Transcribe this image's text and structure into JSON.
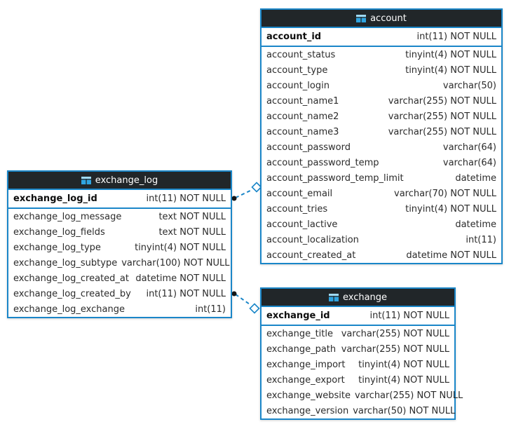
{
  "diagram": {
    "tables": [
      {
        "name": "account",
        "title": "account",
        "primary_key": {
          "name": "account_id",
          "type": "int(11) NOT NULL"
        },
        "fields": [
          {
            "name": "account_status",
            "type": "tinyint(4) NOT NULL"
          },
          {
            "name": "account_type",
            "type": "tinyint(4) NOT NULL"
          },
          {
            "name": "account_login",
            "type": "varchar(50)"
          },
          {
            "name": "account_name1",
            "type": "varchar(255) NOT NULL"
          },
          {
            "name": "account_name2",
            "type": "varchar(255) NOT NULL"
          },
          {
            "name": "account_name3",
            "type": "varchar(255) NOT NULL"
          },
          {
            "name": "account_password",
            "type": "varchar(64)"
          },
          {
            "name": "account_password_temp",
            "type": "varchar(64)"
          },
          {
            "name": "account_password_temp_limit",
            "type": "datetime"
          },
          {
            "name": "account_email",
            "type": "varchar(70) NOT NULL"
          },
          {
            "name": "account_tries",
            "type": "tinyint(4) NOT NULL"
          },
          {
            "name": "account_lactive",
            "type": "datetime"
          },
          {
            "name": "account_localization",
            "type": "int(11)"
          },
          {
            "name": "account_created_at",
            "type": "datetime NOT NULL"
          }
        ]
      },
      {
        "name": "exchange_log",
        "title": "exchange_log",
        "primary_key": {
          "name": "exchange_log_id",
          "type": "int(11) NOT NULL"
        },
        "fields": [
          {
            "name": "exchange_log_message",
            "type": "text NOT NULL"
          },
          {
            "name": "exchange_log_fields",
            "type": "text NOT NULL"
          },
          {
            "name": "exchange_log_type",
            "type": "tinyint(4) NOT NULL"
          },
          {
            "name": "exchange_log_subtype",
            "type": "varchar(100) NOT NULL"
          },
          {
            "name": "exchange_log_created_at",
            "type": "datetime NOT NULL"
          },
          {
            "name": "exchange_log_created_by",
            "type": "int(11) NOT NULL"
          },
          {
            "name": "exchange_log_exchange",
            "type": "int(11)"
          }
        ]
      },
      {
        "name": "exchange",
        "title": "exchange",
        "primary_key": {
          "name": "exchange_id",
          "type": "int(11) NOT NULL"
        },
        "fields": [
          {
            "name": "exchange_title",
            "type": "varchar(255) NOT NULL"
          },
          {
            "name": "exchange_path",
            "type": "varchar(255) NOT NULL"
          },
          {
            "name": "exchange_import",
            "type": "tinyint(4) NOT NULL"
          },
          {
            "name": "exchange_export",
            "type": "tinyint(4) NOT NULL"
          },
          {
            "name": "exchange_website",
            "type": "varchar(255) NOT NULL"
          },
          {
            "name": "exchange_version",
            "type": "varchar(50) NOT NULL"
          }
        ]
      }
    ],
    "relationships": [
      {
        "from_table": "exchange_log",
        "to_table": "account"
      },
      {
        "from_table": "exchange_log",
        "to_table": "exchange"
      }
    ]
  },
  "colors": {
    "accent": "#1a86c8",
    "header-bg": "#212629",
    "header-text": "#ffffff",
    "row-text": "#2b2b2b",
    "pk-text": "#0d0d0d",
    "canvas-bg": "#ffffff",
    "icon-blue": "#2fa4e0",
    "icon-top": "#9ed9f4",
    "dot": "#161616"
  }
}
